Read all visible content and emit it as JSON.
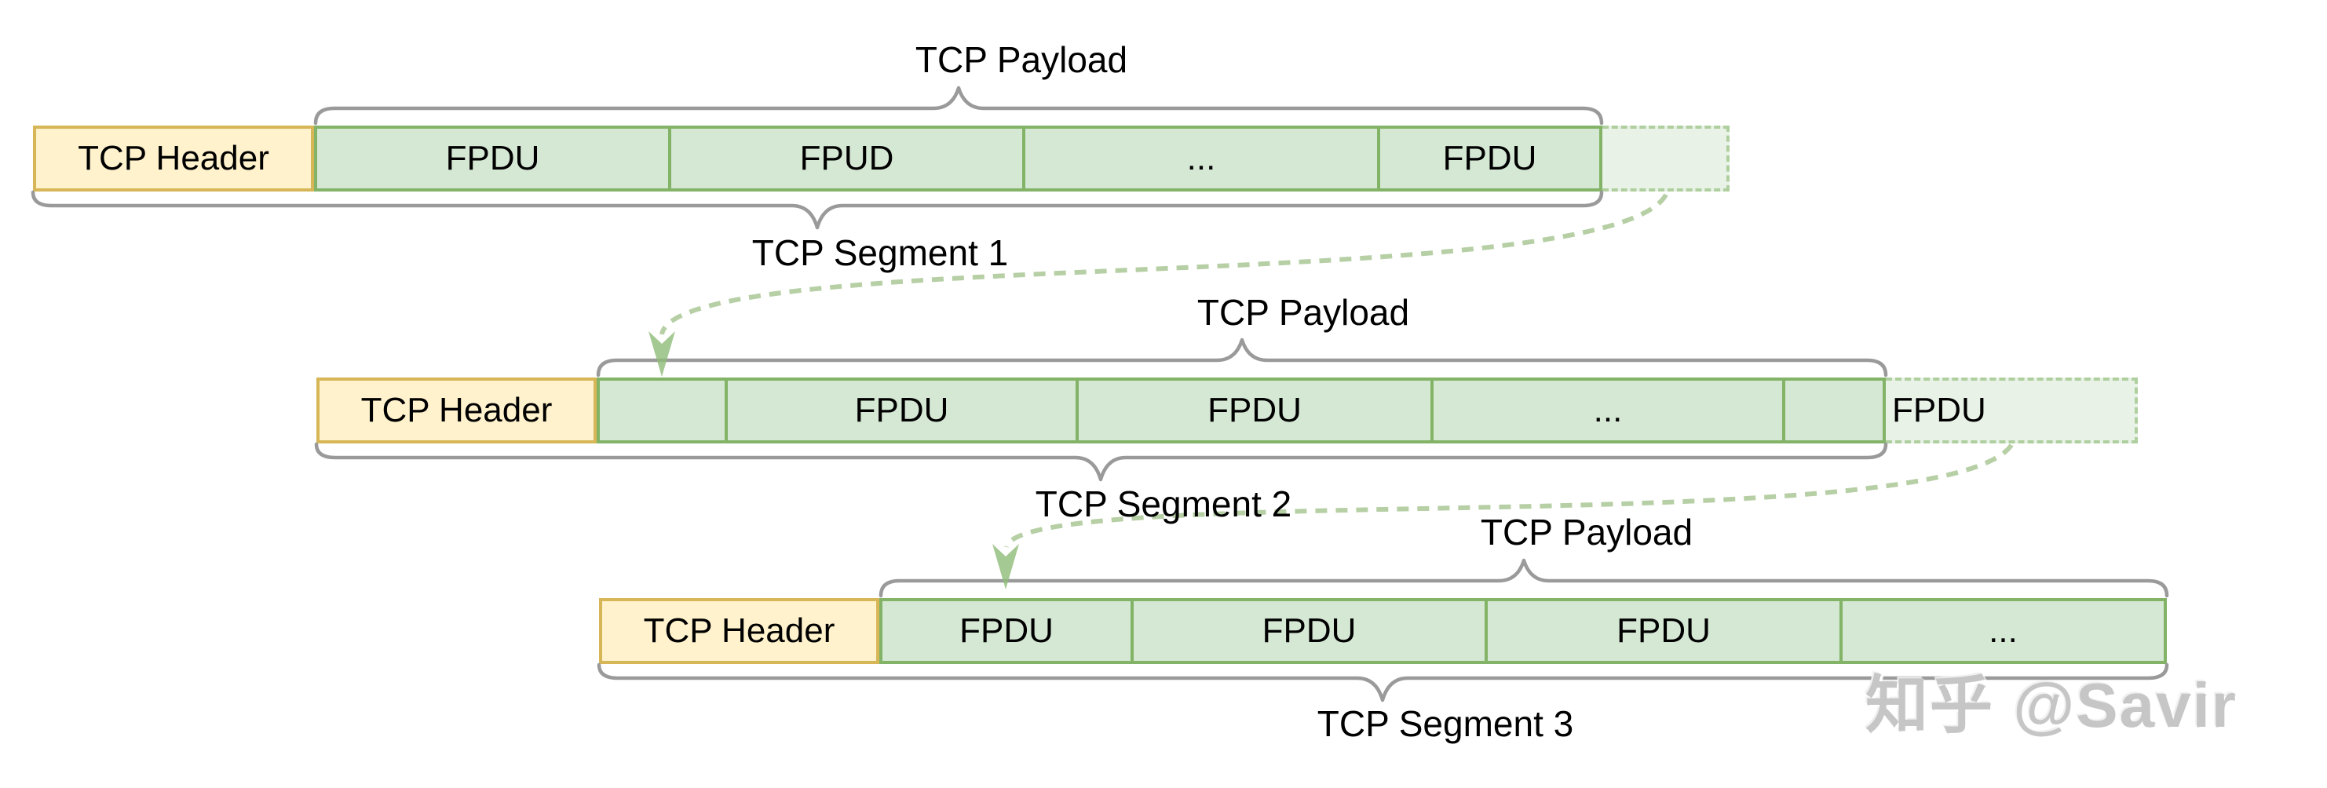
{
  "diagram": {
    "colors": {
      "header_fill": "#FFF2CC",
      "header_border": "#D6B656",
      "cell_fill": "#D5E8D4",
      "cell_border": "#82B366",
      "ghost_fill": "#EAF3E9",
      "ghost_border": "#A9C997",
      "brace": "#9A9A9A",
      "arrow": "#B6CFA5",
      "text": "#000000",
      "watermark": "#C6C6C6"
    },
    "rows": [
      {
        "header_label": "TCP Header",
        "payload_brace_label": "TCP Payload",
        "segment_brace_label": "TCP Segment 1",
        "cells": [
          "FPDU",
          "FPUD",
          "...",
          "FPDU"
        ],
        "overflow_label": ""
      },
      {
        "header_label": "TCP Header",
        "payload_brace_label": "TCP Payload",
        "segment_brace_label": "TCP Segment 2",
        "cells": [
          "",
          "FPDU",
          "FPDU",
          "...",
          ""
        ],
        "overflow_label": "FPDU"
      },
      {
        "header_label": "TCP Header",
        "payload_brace_label": "TCP Payload",
        "segment_brace_label": "TCP Segment 3",
        "cells": [
          "FPDU",
          "FPDU",
          "FPDU",
          "..."
        ],
        "overflow_label": null
      }
    ],
    "watermark": "知乎 @Savir"
  }
}
